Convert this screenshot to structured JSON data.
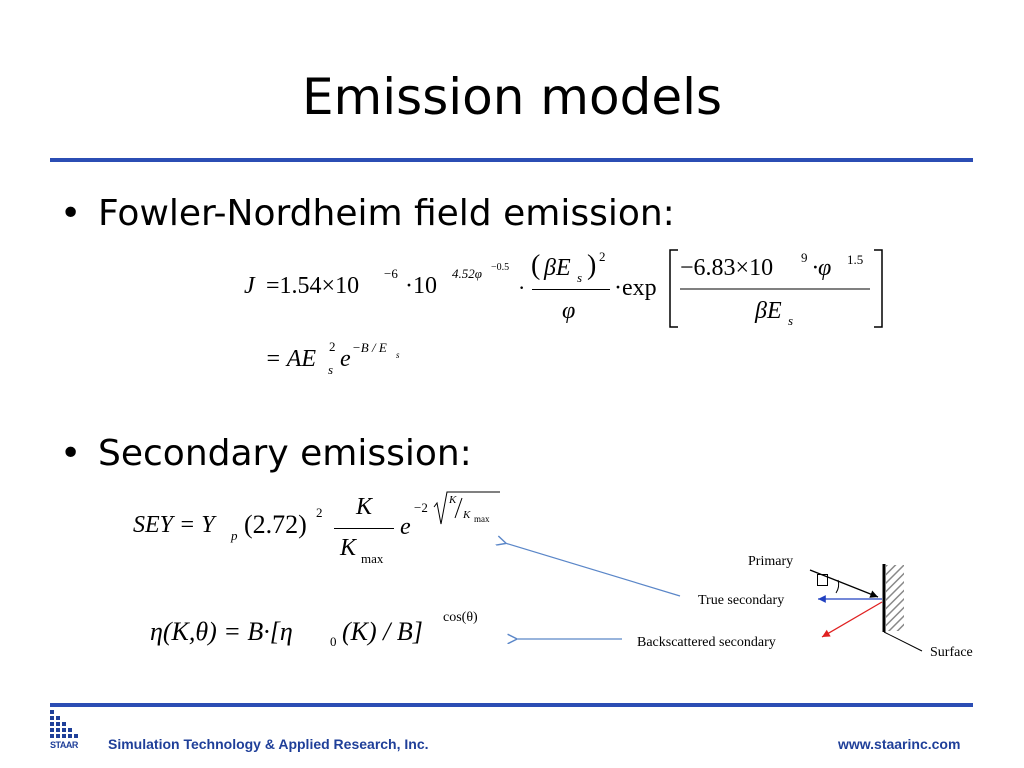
{
  "slide": {
    "title": "Emission models",
    "bullets": [
      {
        "text": "Fowler-Nordheim field emission:"
      },
      {
        "text": "Secondary emission:"
      }
    ]
  },
  "equations": {
    "fn": {
      "J": "J",
      "eq1": "=1.54×10",
      "exp1": "−6",
      "dot10": "·10",
      "exp2": "4.52φ",
      "exp2b": "−0.5",
      "dot": "·",
      "num_open": "(",
      "beta_es": "βE",
      "sub_s": "s",
      "num_close": ")",
      "sq": "2",
      "phi": "φ",
      "dotexp": "·exp",
      "num2": "−6.83×10",
      "num2exp": "9",
      "num2phi": "·φ",
      "num2phiexp": "1.5",
      "den2": "βE",
      "den2sub": "s"
    },
    "fn_line2": {
      "lhs": "= AE",
      "sub": "s",
      "sup": "2",
      "e": "e",
      "exp": "−B / E",
      "expsub": "s"
    },
    "sey": {
      "lhs": "SEY = Y",
      "sub_p": "p",
      "paren": "(2.72)",
      "sup2": "2",
      "K": "K",
      "Kmax": "K",
      "max": "max",
      "e": "e",
      "exp": "−2",
      "rootK": "K",
      "rootKmax": "K",
      "rootmax": "max"
    },
    "eta": {
      "lhs": "η(K,θ) = B·[η",
      "sub0": "0",
      "rest": "(K) / B]",
      "sup": "cos(θ)"
    }
  },
  "diagram": {
    "primary": "Primary",
    "theta": "θ",
    "true_secondary": "True secondary",
    "backscattered": "Backscattered secondary",
    "surface": "Surface",
    "colors": {
      "primary": "#000000",
      "true_secondary": "#2040c0",
      "backscattered": "#e02020",
      "pointer": "#5a86c8"
    }
  },
  "footer": {
    "logo_text": "STAAR",
    "company": "Simulation Technology & Applied Research, Inc.",
    "url": "www.staarinc.com"
  },
  "colors": {
    "accent": "#2b4db4",
    "footer_text": "#1f3f99"
  }
}
